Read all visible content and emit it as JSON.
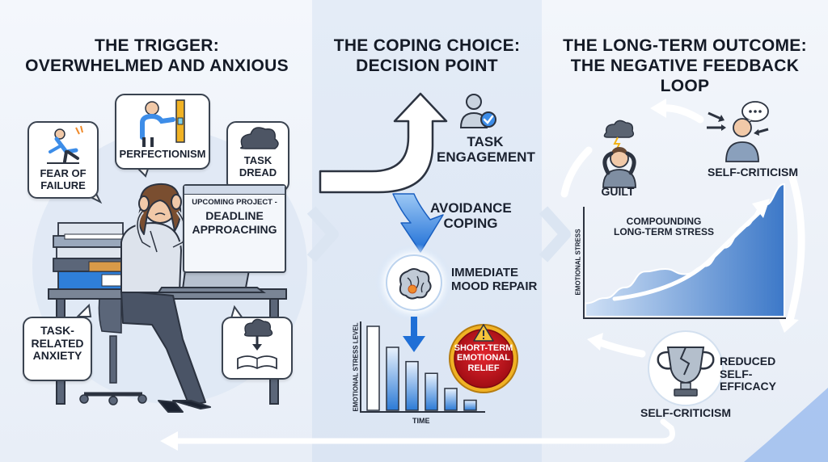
{
  "panels": {
    "trigger": {
      "title_line1": "THE TRIGGER:",
      "title_line2": "OVERWHELMED AND ANXIOUS",
      "fear_of_failure_line1": "FEAR OF",
      "fear_of_failure_line2": "FAILURE",
      "perfectionism": "PERFECTIONISM",
      "task_dread_line1": "TASK",
      "task_dread_line2": "DREAD",
      "screen_line1": "UPCOMING PROJECT -",
      "screen_line2": "DEADLINE",
      "screen_line3": "APPROACHING",
      "task_anxiety_line1": "TASK-",
      "task_anxiety_line2": "RELATED",
      "task_anxiety_line3": "ANXIETY"
    },
    "coping": {
      "title_line1": "THE COPING CHOICE:",
      "title_line2": "DECISION POINT",
      "task_engagement_line1": "TASK",
      "task_engagement_line2": "ENGAGEMENT",
      "avoidance_line1": "AVOIDANCE",
      "avoidance_line2": "COPING",
      "mood_repair_line1": "IMMEDIATE",
      "mood_repair_line2": "MOOD REPAIR",
      "relief_line1": "SHORT-TERM",
      "relief_line2": "EMOTIONAL",
      "relief_line3": "RELIEF",
      "chart_ylabel": "EMOTIONAL STRESS LEVEL",
      "chart_xlabel": "TIME"
    },
    "outcome": {
      "title_line1": "THE LONG-TERM OUTCOME:",
      "title_line2": "THE NEGATIVE FEEDBACK LOOP",
      "guilt": "GUILT",
      "self_criticism_top": "SELF-CRITICISM",
      "compounding_line1": "COMPOUNDING",
      "compounding_line2": "LONG-TERM STRESS",
      "chart_ylabel": "EMOTIONAL STRESS",
      "reduced_line1": "REDUCED",
      "reduced_line2": "SELF-EFFICACY",
      "self_criticism_bottom": "SELF-CRITICISM"
    }
  },
  "colors": {
    "accent_blue": "#3d8de8",
    "bar_blue": "#2f7fd9",
    "relief_red": "#c8141c",
    "relief_gold": "#f0b224",
    "outline": "#3a4350"
  },
  "icons": [
    "falling-person-icon",
    "person-leveling-icon",
    "storm-cloud-icon",
    "laptop-icon",
    "open-book-icon",
    "user-check-icon",
    "brain-icon",
    "warning-icon",
    "stressed-person-icon",
    "speech-bubble-icon",
    "broken-trophy-icon"
  ],
  "chart_data": [
    {
      "type": "bar",
      "title": "",
      "xlabel": "TIME",
      "ylabel": "EMOTIONAL STRESS LEVEL",
      "categories": [
        "1",
        "2",
        "3",
        "4",
        "5",
        "6"
      ],
      "values": [
        100,
        75,
        58,
        44,
        26,
        12
      ],
      "ylim": [
        0,
        100
      ]
    },
    {
      "type": "area",
      "title": "",
      "xlabel": "",
      "ylabel": "EMOTIONAL STRESS",
      "x": [
        0,
        1,
        2,
        3,
        4,
        5,
        6,
        7,
        8,
        9,
        10
      ],
      "y": [
        10,
        14,
        22,
        34,
        36,
        32,
        38,
        52,
        68,
        84,
        100
      ],
      "ylim": [
        0,
        100
      ]
    }
  ]
}
